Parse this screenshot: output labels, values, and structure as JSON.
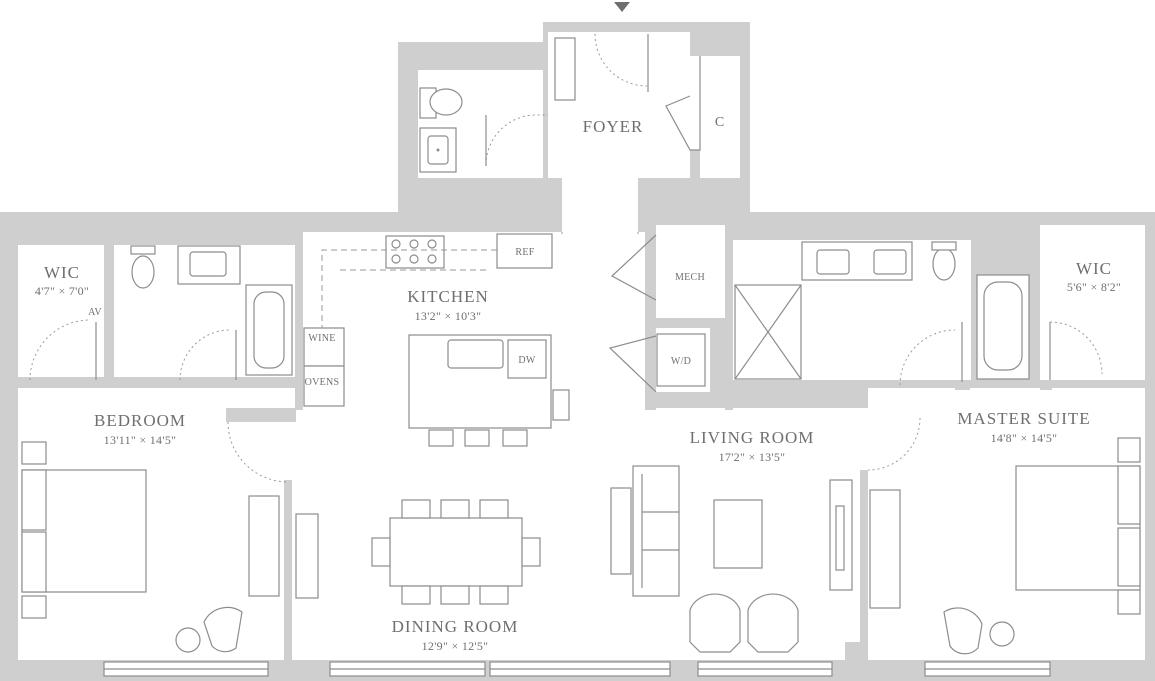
{
  "labels": {
    "foyer": "FOYER",
    "closet": "C",
    "kitchen": "KITCHEN",
    "kitchen_dim": "13'2\" × 10'3\"",
    "ref": "REF",
    "dw": "DW",
    "wine": "WINE",
    "ovens": "OVENS",
    "mech": "MECH",
    "wd": "W/D",
    "wic_left": "WIC",
    "wic_left_dim": "4'7\" × 7'0\"",
    "av": "AV",
    "wic_right": "WIC",
    "wic_right_dim": "5'6\" × 8'2\"",
    "bedroom": "BEDROOM",
    "bedroom_dim": "13'11\" × 14'5\"",
    "living_room": "LIVING ROOM",
    "living_room_dim": "17'2\" × 13'5\"",
    "master_suite": "MASTER SUITE",
    "master_suite_dim": "14'8\" × 14'5\"",
    "dining_room": "DINING ROOM",
    "dining_room_dim": "12'9\" × 12'5\""
  },
  "colors": {
    "wall": "#cfcfcf",
    "line": "#8d8d8d",
    "text": "#6f6f6f"
  }
}
